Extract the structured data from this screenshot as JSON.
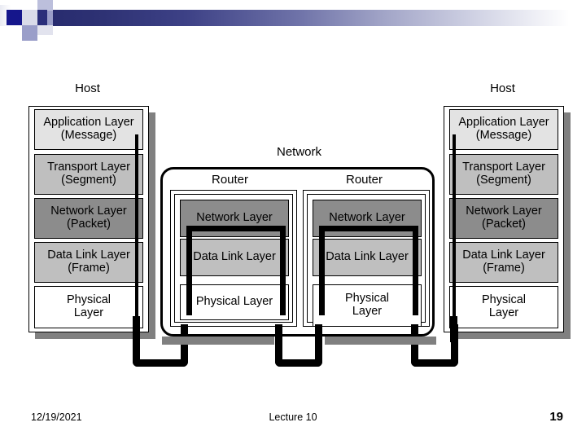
{
  "slide": {
    "page_number": "19",
    "footer_date": "12/19/2021",
    "footer_center": "Lecture 10"
  },
  "labels": {
    "host_left": "Host",
    "host_right": "Host",
    "network": "Network",
    "router_left": "Router",
    "router_right": "Router"
  },
  "colors": {
    "application": "#e3e3e3",
    "transport": "#bfbfbf",
    "network": "#8c8c8c",
    "datalink": "#bfbfbf",
    "physical": "#ffffff",
    "shadow": "#808080",
    "stroke": "#000000",
    "band_dark": "#15168c",
    "band_mid": "#2a2e7a"
  },
  "host_left_layers": [
    {
      "name": "Application Layer",
      "unit": "(Message)"
    },
    {
      "name": "Transport Layer",
      "unit": "(Segment)"
    },
    {
      "name": "Network Layer",
      "unit": "(Packet)"
    },
    {
      "name": "Data Link Layer",
      "unit": "(Frame)"
    },
    {
      "name": "Physical",
      "unit": "Layer"
    }
  ],
  "host_right_layers": [
    {
      "name": "Application Layer",
      "unit": "(Message)"
    },
    {
      "name": "Transport Layer",
      "unit": "(Segment)"
    },
    {
      "name": "Network Layer",
      "unit": "(Packet)"
    },
    {
      "name": "Data Link Layer",
      "unit": "(Frame)"
    },
    {
      "name": "Physical",
      "unit": "Layer"
    }
  ],
  "router_left_layers": [
    {
      "name": "Network Layer",
      "unit": ""
    },
    {
      "name": "Data Link Layer",
      "unit": ""
    },
    {
      "name": "Physical Layer",
      "unit": ""
    }
  ],
  "router_right_layers": [
    {
      "name": "Network Layer",
      "unit": ""
    },
    {
      "name": "Data Link Layer",
      "unit": ""
    },
    {
      "name": "Physical",
      "unit": "Layer"
    }
  ]
}
